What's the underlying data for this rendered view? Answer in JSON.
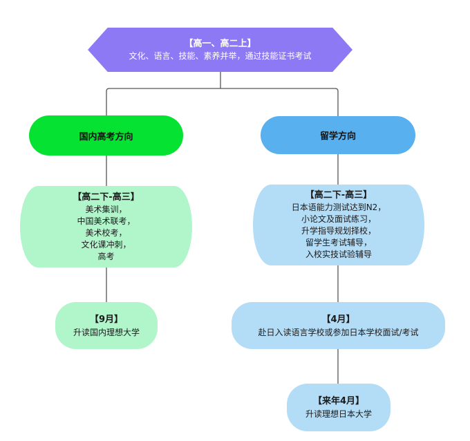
{
  "root": {
    "title": "【高一、高二上】",
    "subtitle": "文化、语言、技能、素养并举，通过技能证书考试",
    "color": "#8e79f5"
  },
  "branches": {
    "domestic": {
      "label": "国内高考方向",
      "color": "#05e232",
      "stage": {
        "head": "【高二下-高三】",
        "lines": [
          "美术集训，",
          "中国美术联考，",
          "美术校考，",
          "文化课冲刺，",
          "高考"
        ],
        "color": "#b1f5cb"
      },
      "result": {
        "head": "【9月】",
        "text": "升读国内理想大学"
      }
    },
    "abroad": {
      "label": "留学方向",
      "color": "#58b0ee",
      "stage": {
        "head": "【高二下-高三】",
        "lines": [
          "日本语能力测试达到N2，",
          "小论文及面试练习，",
          "升学指导规划择校，",
          "留学生考试辅导，",
          "入校实技试验辅导"
        ],
        "color": "#b3dcf7"
      },
      "step": {
        "head": "【4月】",
        "text": "赴日入读语言学校或参加日本学校面试/考试"
      },
      "result": {
        "head": "【来年4月】",
        "text": "升读理想日本大学"
      }
    }
  },
  "connector_color": "#555555"
}
